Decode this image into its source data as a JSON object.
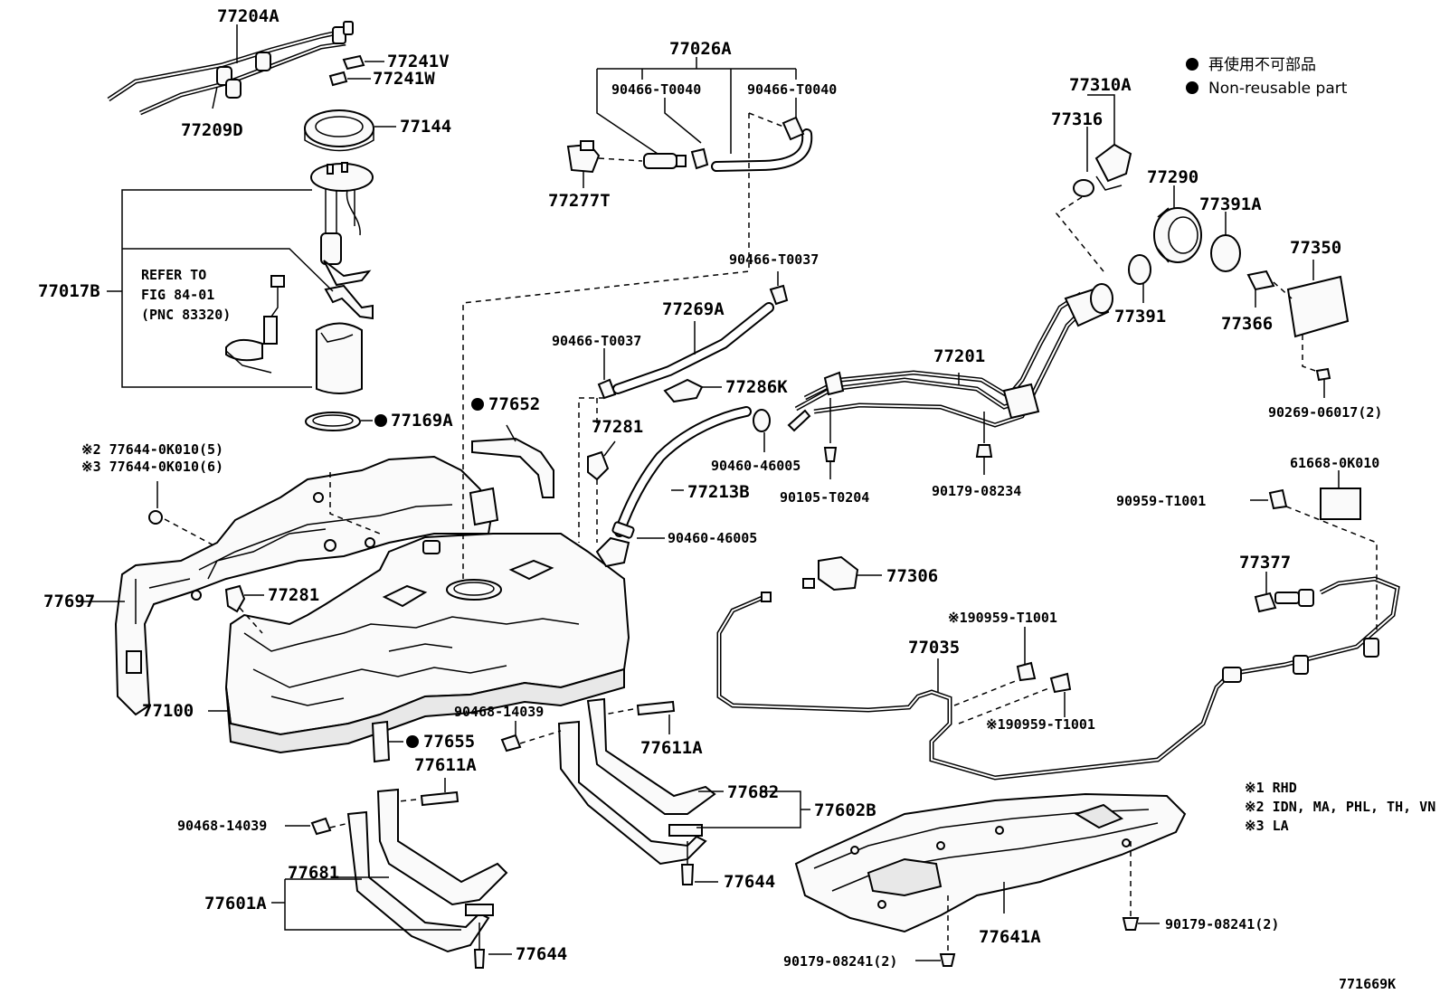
{
  "labels": {
    "p77204A": "77204A",
    "p77241V": "77241V",
    "p77241W": "77241W",
    "p77209D": "77209D",
    "p77144": "77144",
    "p77017B": "77017B",
    "refer1": "REFER TO",
    "refer2": "FIG 84-01",
    "refer3": "(PNC 83320)",
    "p77169A": "77169A",
    "p77644a": "※2 77644-0K010(5)",
    "p77644b": "※3 77644-0K010(6)",
    "p77697": "77697",
    "p77281a": "77281",
    "p77100": "77100",
    "p77652": "77652",
    "p77655": "77655",
    "p77026A": "77026A",
    "p90466T0040a": "90466-T0040",
    "p90466T0040b": "90466-T0040",
    "p77277T": "77277T",
    "p90466T0037a": "90466-T0037",
    "p90466T0037b": "90466-T0037",
    "p77269A": "77269A",
    "p77286K": "77286K",
    "p77281b": "77281",
    "p77213B": "77213B",
    "p90460a": "90460-46005",
    "p90460b": "90460-46005",
    "p90105": "90105-T0204",
    "p77201": "77201",
    "p90179_08234": "90179-08234",
    "p77310A": "77310A",
    "p77316": "77316",
    "p77290": "77290",
    "p77391A": "77391A",
    "p77391": "77391",
    "p77350": "77350",
    "p77366": "77366",
    "p90269": "90269-06017(2)",
    "p61668": "61668-0K010",
    "p90959": "90959-T1001",
    "p77377": "77377",
    "p77306": "77306",
    "p190959a": "※190959-T1001",
    "p190959b": "※190959-T1001",
    "p77035": "77035",
    "p90468a": "90468-14039",
    "p90468b": "90468-14039",
    "p77611Aa": "77611A",
    "p77611Ab": "77611A",
    "p77682": "77682",
    "p77602B": "77602B",
    "p77644c": "77644",
    "p77644d": "77644",
    "p77681": "77681",
    "p77601A": "77601A",
    "p77641A": "77641A",
    "p90179a": "90179-08241(2)",
    "p90179b": "90179-08241(2)",
    "code": "771669K"
  },
  "legend": {
    "jp": "再使用不可部品",
    "en": "Non-reusable part"
  },
  "notes": {
    "n1": "※1 RHD",
    "n2": "※2 IDN, MA, PHL, TH, VN",
    "n3": "※3 LA"
  }
}
